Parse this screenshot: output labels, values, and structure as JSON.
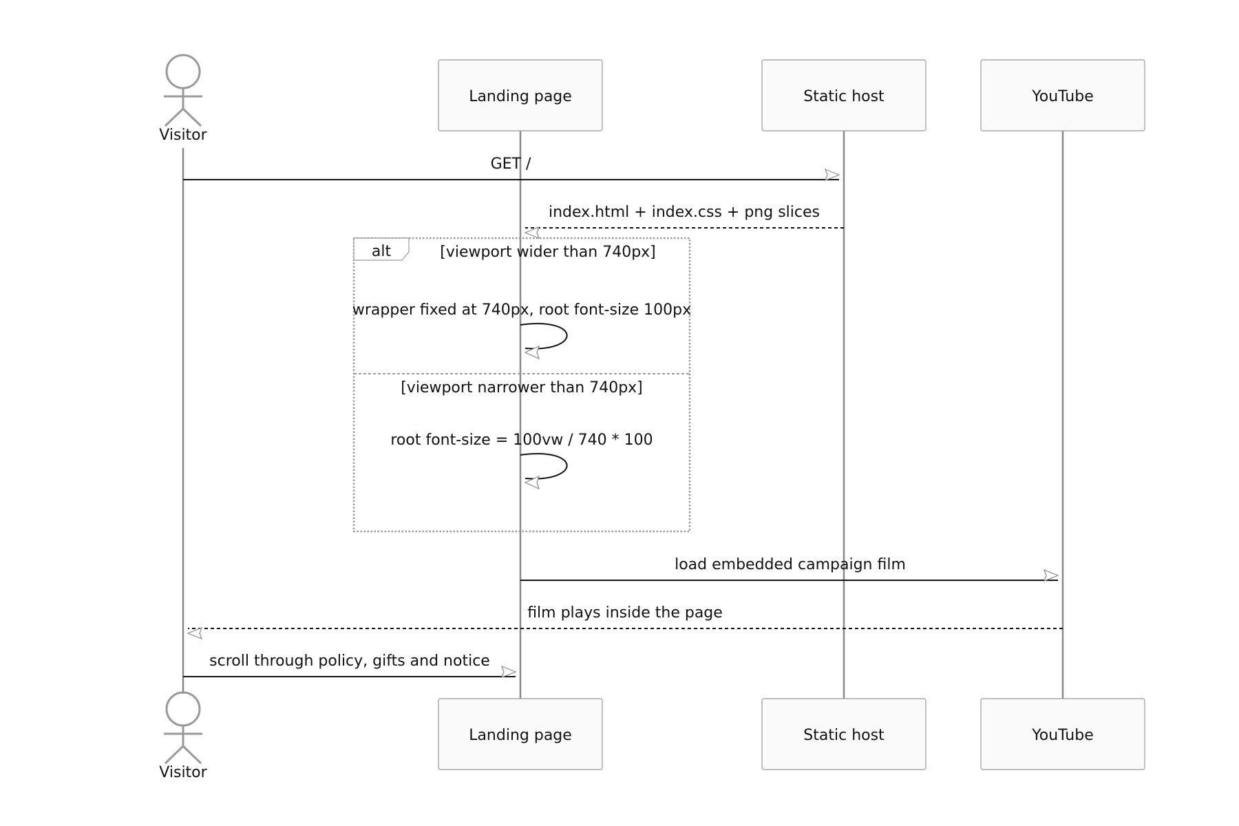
{
  "participants": [
    {
      "id": "visitor",
      "label": "Visitor",
      "kind": "actor"
    },
    {
      "id": "landing",
      "label": "Landing page",
      "kind": "box"
    },
    {
      "id": "host",
      "label": "Static host",
      "kind": "box"
    },
    {
      "id": "youtube",
      "label": "YouTube",
      "kind": "box"
    }
  ],
  "messages": [
    {
      "id": "m1",
      "from": "visitor",
      "to": "host",
      "label": "GET /",
      "style": "solid"
    },
    {
      "id": "m2",
      "from": "host",
      "to": "landing",
      "label": "index.html + index.css + png slices",
      "style": "dashed"
    },
    {
      "id": "m3",
      "from": "landing",
      "to": "landing",
      "label": "wrapper fixed at 740px, root font-size 100px",
      "style": "self"
    },
    {
      "id": "m4",
      "from": "landing",
      "to": "landing",
      "label": "root font-size = 100vw / 740 * 100",
      "style": "self"
    },
    {
      "id": "m5",
      "from": "landing",
      "to": "youtube",
      "label": "load embedded campaign film",
      "style": "solid"
    },
    {
      "id": "m6",
      "from": "youtube",
      "to": "visitor",
      "label": "film plays inside the page",
      "style": "dashed"
    },
    {
      "id": "m7",
      "from": "visitor",
      "to": "landing",
      "label": "scroll through policy, gifts and notice",
      "style": "solid"
    }
  ],
  "alt_frame": {
    "keyword": "alt",
    "branches": [
      {
        "guard": "[viewport wider than 740px]"
      },
      {
        "guard": "[viewport narrower than 740px]"
      }
    ]
  }
}
